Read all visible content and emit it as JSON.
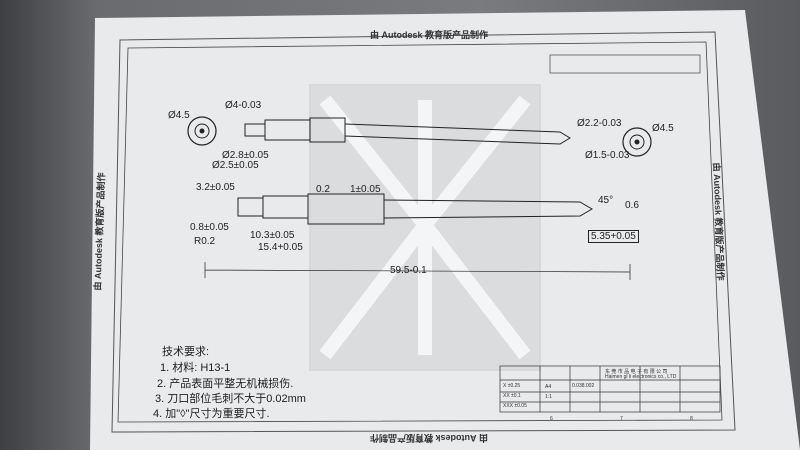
{
  "watermark": {
    "top": "由 Autodesk 教育版产品制作",
    "bottom": "由 Autodesk 教育版产品制作",
    "left": "由 Autodesk 教育版产品制作",
    "right": "由 Autodesk 教育版产品制作"
  },
  "dimensions": {
    "d45_left": "Ø4.5",
    "d4": "Ø4-0.03",
    "d28": "Ø2.8±0.05",
    "d25": "Ø2.5±0.05",
    "d22": "Ø2.2-0.03",
    "d45_right": "Ø4.5",
    "d15": "Ø1.5-0.03",
    "d32": "3.2±0.05",
    "d02": "0.2",
    "d1": "1±0.05",
    "d08": "0.8±0.05",
    "r02": "R0.2",
    "d103": "10.3±0.05",
    "d154": "15.4+0.05",
    "d595": "59.5-0.1",
    "angle": "45°",
    "d06": "0.6",
    "d535": "5.35+0.05"
  },
  "requirements": {
    "title": "技术要求:",
    "items": [
      "1. 材料: H13-1",
      "2. 产品表面平整无机械损伤.",
      "3. 刀口部位毛刺不大于0.02mm",
      "4. 加\"◊\"尺寸为重要尺寸."
    ]
  },
  "title_block": {
    "company_cn": "东 莞 市 品 电 子 有 限 公 司",
    "company_en": "Haimen gl li electronics co., LTD",
    "drawing_no": "0.038.002",
    "tolerances": [
      "X ±0.25",
      "XX ±0.1",
      "XXX ±0.05"
    ],
    "scale": "1:1",
    "size": "A4",
    "zones": [
      "6",
      "7",
      "8"
    ]
  }
}
